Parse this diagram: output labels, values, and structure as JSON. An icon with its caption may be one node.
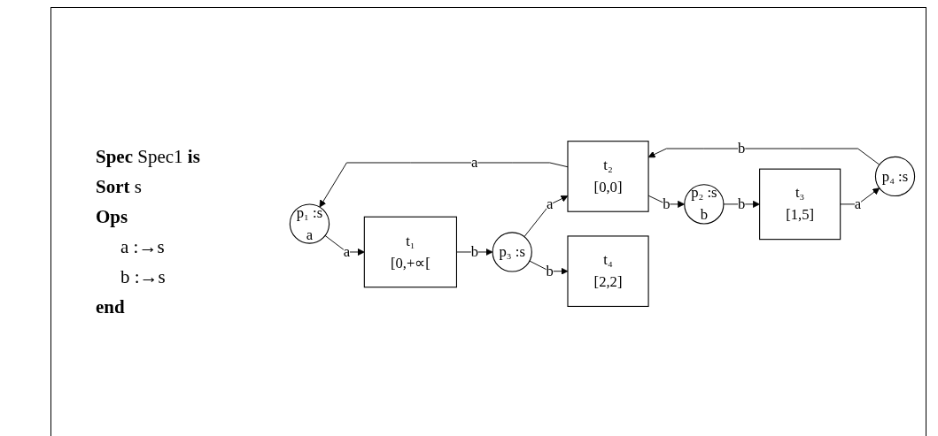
{
  "diagram": {
    "nodes": [
      {
        "text": [
          "p₁ :s",
          "a"
        ]
      },
      {
        "text": [
          "p₂ :s",
          "b"
        ]
      },
      {
        "text": [
          "t₁",
          "[0,+∝["
        ]
      },
      {
        "text": [
          "t₂",
          "[0,0]"
        ]
      },
      {
        "text": [
          "t₃",
          "[1,5]"
        ]
      },
      {
        "text": [
          "p₃ :s"
        ]
      },
      {
        "text": [
          "p₄ :s"
        ]
      },
      {
        "text": [
          "t₄",
          "[2,2]"
        ]
      }
    ],
    "edges": [
      {
        "from": 0,
        "to": 2,
        "arrow": "to",
        "label": "a"
      },
      {
        "from": 3,
        "to": 0,
        "arrow": "to",
        "label": "a"
      },
      {
        "from": 3,
        "to": 1,
        "arrow": "to",
        "label": "b"
      },
      {
        "from": 1,
        "to": 4,
        "arrow": "to",
        "label": "b"
      },
      {
        "from": 2,
        "to": 5,
        "arrow": "to",
        "label": "b"
      },
      {
        "from": 5,
        "to": 3,
        "arrow": "to",
        "label": "a"
      },
      {
        "from": 6,
        "to": 3,
        "arrow": "to",
        "label": "b"
      },
      {
        "from": 4,
        "to": 6,
        "arrow": "to",
        "label": "a"
      },
      {
        "from": 5,
        "to": 7,
        "arrow": "to",
        "label": "b"
      }
    ],
    "labels": [
      "**Spec** Spec1 **is**",
      "**Sort** s",
      "Ops",
      "a :→s",
      "b :→s",
      "end"
    ]
  }
}
